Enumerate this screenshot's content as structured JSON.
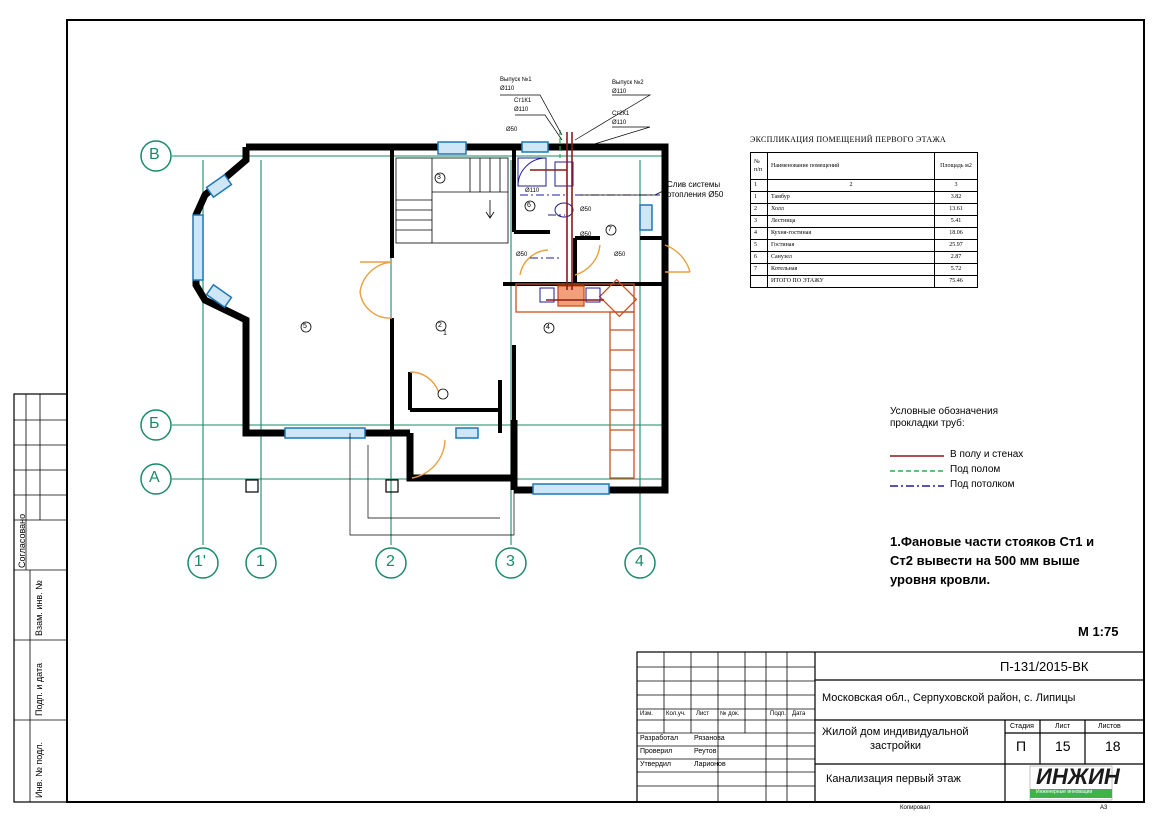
{
  "axes": {
    "rows": [
      "В",
      "Б",
      "А"
    ],
    "cols": [
      "1'",
      "1",
      "2",
      "3",
      "4"
    ]
  },
  "rooms": [
    "1",
    "2",
    "3",
    "4",
    "5",
    "6",
    "7"
  ],
  "pipe_labels": {
    "vypusk1": "Выпуск №1",
    "vypusk1_d": "Ø110",
    "vypusk2": "Выпуск №2",
    "vypusk2_d": "Ø110",
    "st1k1": "Ст1К1",
    "st1k1_d": "Ø110",
    "st2k1": "Ст2К1",
    "st2k1_d": "Ø110",
    "d50_a": "Ø50",
    "d110": "Ø110",
    "d50_b": "Ø50",
    "d50_c": "Ø50",
    "d50_d": "Ø50",
    "d50_e": "Ø50",
    "heating_1": "Слив системы",
    "heating_2": "отопления Ø50"
  },
  "explication": {
    "title": "ЭКСПЛИКАЦИЯ ПОМЕЩЕНИЙ ПЕРВОГО ЭТАЖА",
    "headers": [
      "№ п/п",
      "Наименование помещений",
      "Площадь м2"
    ],
    "index_row": [
      "1",
      "2",
      "3"
    ],
    "rows": [
      [
        "1",
        "Тамбур",
        "3.82"
      ],
      [
        "2",
        "Холл",
        "13.61"
      ],
      [
        "3",
        "Лестница",
        "5.41"
      ],
      [
        "4",
        "Кухня-гостиная",
        "18.06"
      ],
      [
        "5",
        "Гостиная",
        "25.97"
      ],
      [
        "6",
        "Санузел",
        "2.87"
      ],
      [
        "7",
        "Котельная",
        "5.72"
      ]
    ],
    "total": [
      "",
      "ИТОГО ПО ЭТАЖУ",
      "75.46"
    ]
  },
  "legend": {
    "title1": "Условные обозначения",
    "title2": "прокладки труб:",
    "items": [
      {
        "label": "В полу и стенах",
        "color": "#8b1a1a",
        "style": "solid"
      },
      {
        "label": "Под полом",
        "color": "#22b14c",
        "style": "dashed"
      },
      {
        "label": "Под потолком",
        "color": "#1e1e96",
        "style": "dashdot"
      }
    ]
  },
  "note": {
    "line1": "1.Фановые части стояков Ст1 и",
    "line2": "Ст2 вывести на 500 мм выше",
    "line3": "уровня кровли."
  },
  "scale": "М 1:75",
  "stamp": {
    "code": "П-131/2015-ВК",
    "location": "Московская обл., Серпуховской район, с. Липицы",
    "object1": "Жилой дом индивидуальной",
    "object2": "застройки",
    "sheet_title": "Канализация первый этаж",
    "stage_h": "Стадия",
    "sheet_h": "Лист",
    "sheets_h": "Листов",
    "stage": "П",
    "sheet": "15",
    "sheets": "18",
    "cols": [
      "Изм.",
      "Кол.уч.",
      "Лист",
      "№ док.",
      "Подп.",
      "Дата"
    ],
    "roles": [
      {
        "role": "Разработал",
        "name": "Рязанова"
      },
      {
        "role": "Проверил",
        "name": "Реутов"
      },
      {
        "role": "Утвердил",
        "name": "Ларионов"
      }
    ],
    "logo": "ИНЖИН",
    "logo_sub": "Инженерные инновации",
    "copied": "Копировал",
    "format": "A3"
  },
  "side_stamp": {
    "agreed": "Согласовано",
    "vzam": "Взам. инв. №",
    "podp": "Подп. и дата",
    "inv": "Инв. № подл."
  },
  "colors": {
    "axis": "#1a8a6a",
    "wall": "#000000",
    "window": "#1e78b4",
    "pipe_floor": "#8b1a1a",
    "pipe_under": "#22b14c",
    "pipe_ceiling": "#1e1e96",
    "kitchen": "#c8501e",
    "door": "#e8a040"
  }
}
